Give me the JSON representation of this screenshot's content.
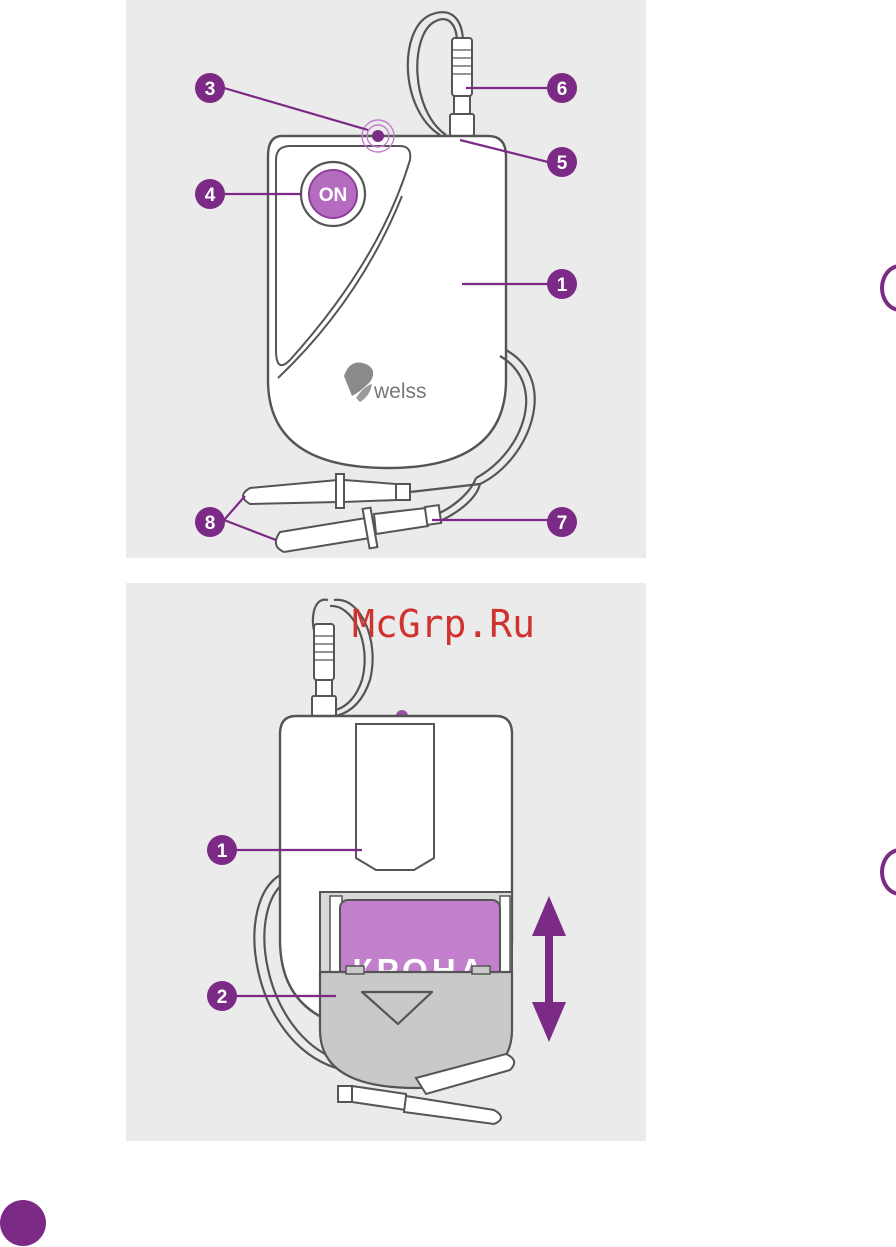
{
  "colors": {
    "accent": "#7b2a85",
    "battery": "#c27fcb",
    "panel": "#ebebeb",
    "watermark": "#d0332f"
  },
  "top_diagram": {
    "callouts": [
      "3",
      "4",
      "6",
      "5",
      "1",
      "8",
      "7"
    ],
    "button_label": "ON",
    "logo_text": "welss"
  },
  "bottom_diagram": {
    "callouts": [
      "1",
      "2"
    ],
    "battery_label": "КРОНА"
  },
  "watermark": "McGrp.Ru"
}
